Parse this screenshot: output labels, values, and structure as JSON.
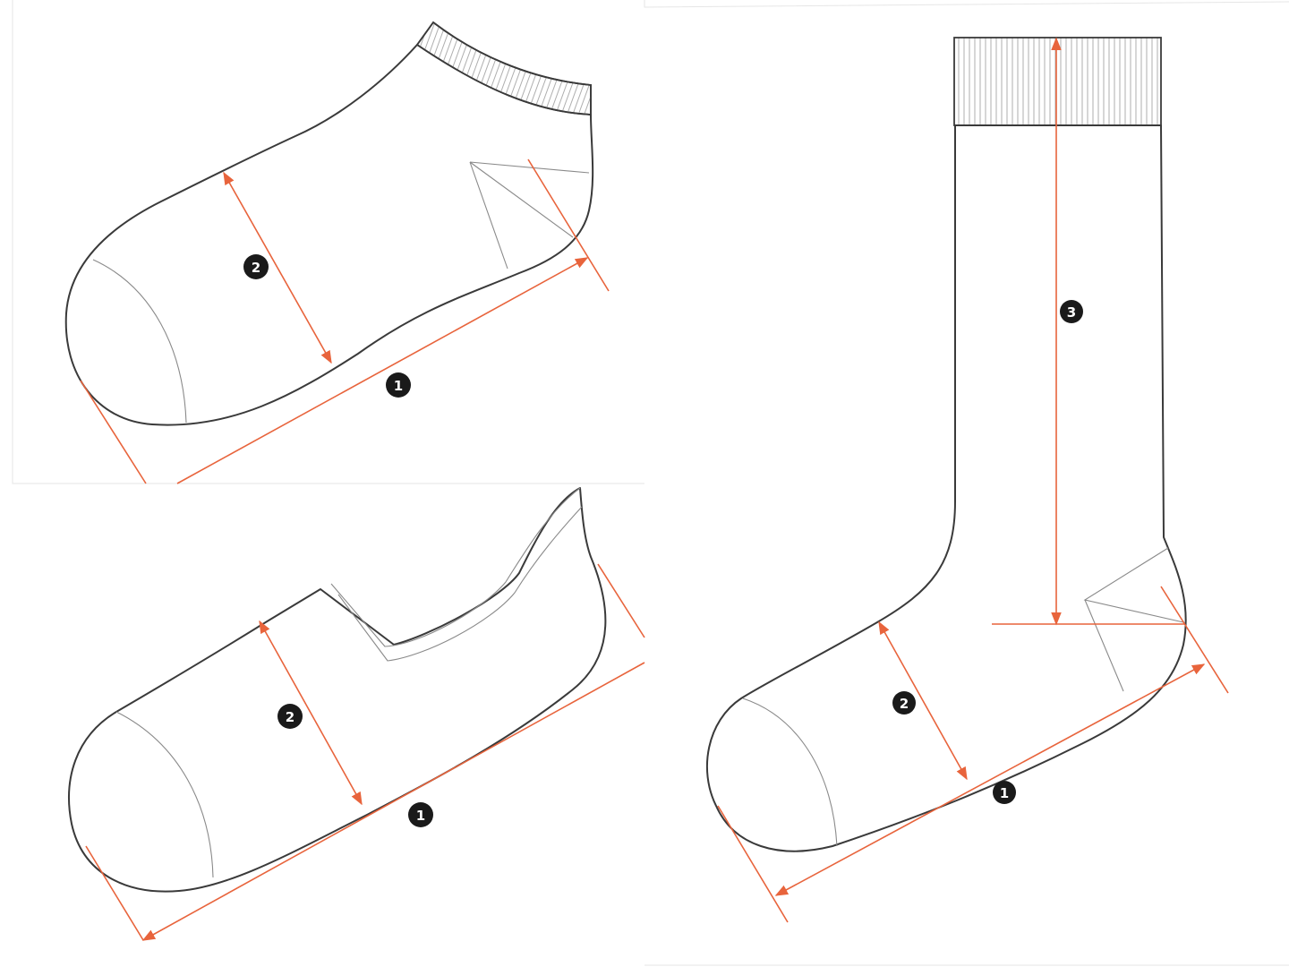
{
  "colors": {
    "measure_line": "#e8643c",
    "outline": "#3a3a3a",
    "detail_line": "#8a8a8a",
    "badge_fill": "#1a1a1a",
    "badge_text": "#ffffff",
    "background": "#ffffff"
  },
  "diagram": {
    "panels": [
      {
        "id": "ankle-sock",
        "badges": [
          "1",
          "2"
        ]
      },
      {
        "id": "no-show-sock",
        "badges": [
          "1",
          "2"
        ]
      },
      {
        "id": "crew-sock",
        "badges": [
          "1",
          "2",
          "3"
        ]
      }
    ]
  }
}
